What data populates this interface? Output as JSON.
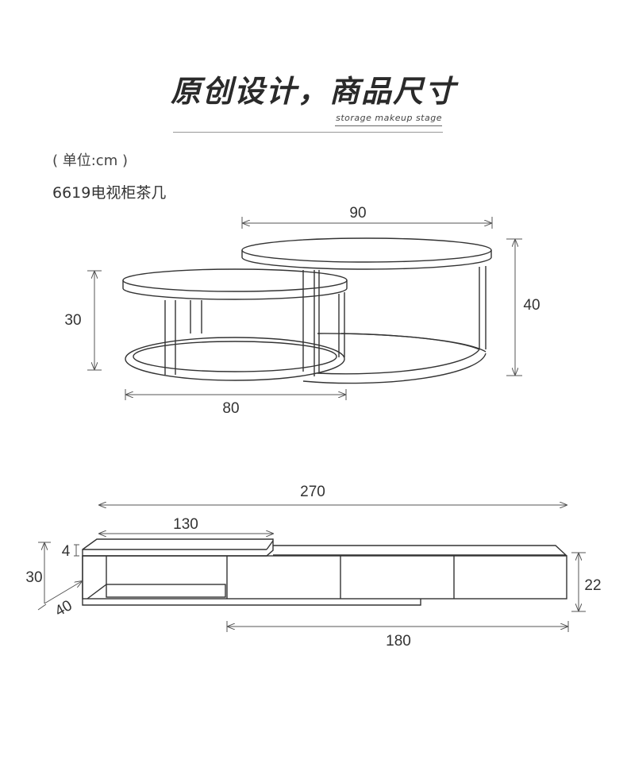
{
  "header": {
    "title": "原创设计，商品尺寸",
    "subtitle": "storage makeup stage"
  },
  "info": {
    "unit": "( 单位:cm )",
    "model": "6619电视柜茶几"
  },
  "coffee_table": {
    "dims": {
      "width_large": "90",
      "height_large": "40",
      "height_small": "30",
      "width_small": "80"
    }
  },
  "tv_cabinet": {
    "dims": {
      "total_length": "270",
      "top_length": "130",
      "top_thickness": "4",
      "height": "30",
      "depth": "40",
      "right_height": "22",
      "bottom_length": "180"
    }
  }
}
